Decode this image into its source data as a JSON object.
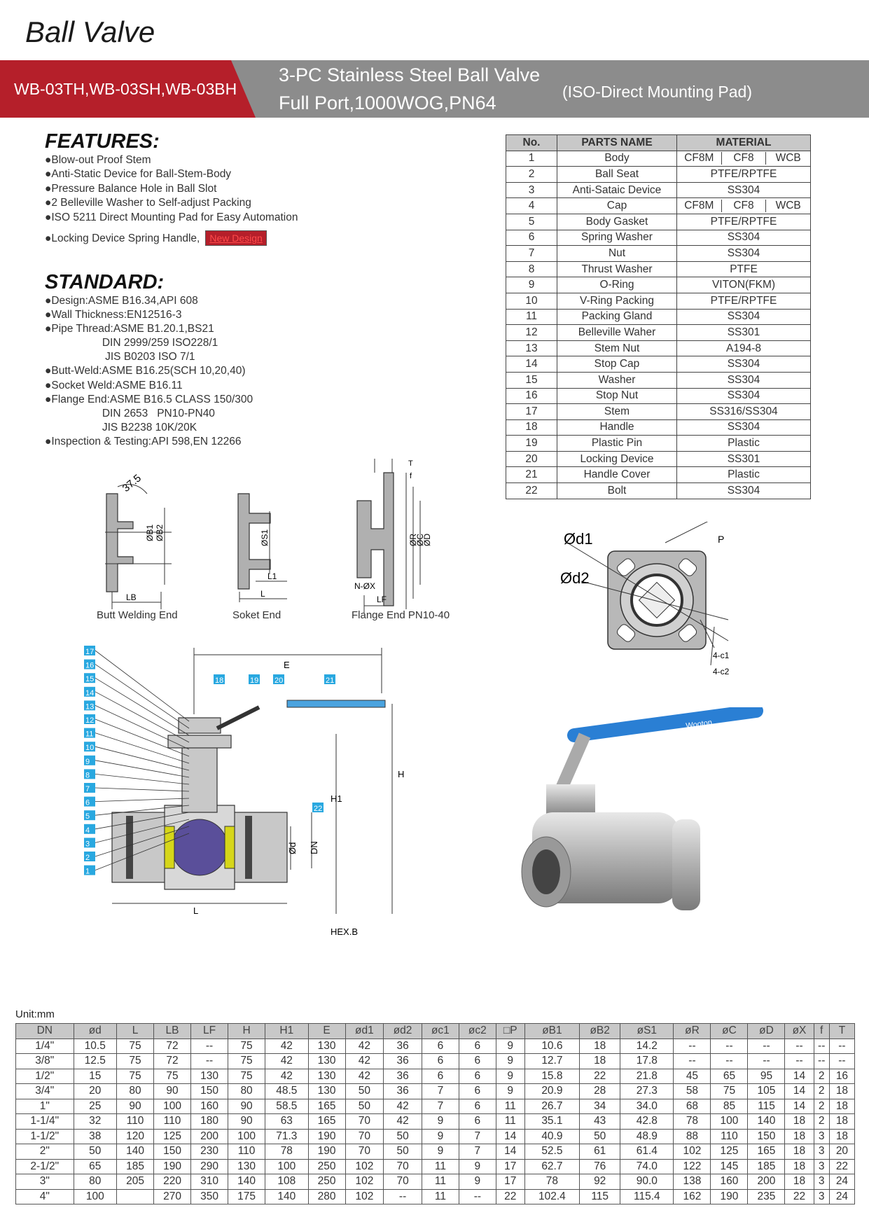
{
  "page": {
    "title": "Ball Valve",
    "models": "WB-03TH,WB-03SH,WB-03BH",
    "product_line1": "3-PC Stainless Steel Ball Valve",
    "product_line2": "Full Port,1000WOG,PN64",
    "product_note": "(ISO-Direct Mounting Pad)"
  },
  "features": {
    "heading": "FEATURES:",
    "items": [
      "●Blow-out Proof Stem",
      "●Anti-Static Device for Ball-Stem-Body",
      "●Pressure Balance Hole in Ball Slot",
      "●2 Belleville Washer to Self-adjust Packing",
      "●ISO 5211 Direct Mounting Pad for Easy Automation",
      "●Locking Device Spring Handle,"
    ],
    "new_design": "New Design"
  },
  "standard": {
    "heading": "STANDARD:",
    "items": [
      "●Design:ASME B16.34,API 608",
      "●Wall Thickness:EN12516-3",
      "●Pipe Thread:ASME B1.20.1,BS21",
      "                   DIN 2999/259 ISO228/1",
      "                    JIS B0203 ISO 7/1",
      "●Butt-Weld:ASME B16.25(SCH 10,20,40)",
      "●Socket Weld:ASME B16.11",
      "●Flange End:ASME B16.5 CLASS 150/300",
      "                   DIN 2653   PN10-PN40",
      "                   JIS B2238 10K/20K",
      "●Inspection & Testing:API 598,EN 12266"
    ]
  },
  "parts_table": {
    "headers": [
      "No.",
      "PARTS NAME",
      "MATERIAL"
    ],
    "rows": [
      {
        "no": "1",
        "name": "Body",
        "materials": [
          "CF8M",
          "CF8",
          "WCB"
        ]
      },
      {
        "no": "2",
        "name": "Ball Seat",
        "materials": [
          "PTFE/RPTFE"
        ]
      },
      {
        "no": "3",
        "name": "Anti-Sataic Device",
        "materials": [
          "SS304"
        ]
      },
      {
        "no": "4",
        "name": "Cap",
        "materials": [
          "CF8M",
          "CF8",
          "WCB"
        ]
      },
      {
        "no": "5",
        "name": "Body Gasket",
        "materials": [
          "PTFE/RPTFE"
        ]
      },
      {
        "no": "6",
        "name": "Spring Washer",
        "materials": [
          "SS304"
        ]
      },
      {
        "no": "7",
        "name": "Nut",
        "materials": [
          "SS304"
        ]
      },
      {
        "no": "8",
        "name": "Thrust Washer",
        "materials": [
          "PTFE"
        ]
      },
      {
        "no": "9",
        "name": "O-Ring",
        "materials": [
          "VITON(FKM)"
        ]
      },
      {
        "no": "10",
        "name": "V-Ring Packing",
        "materials": [
          "PTFE/RPTFE"
        ]
      },
      {
        "no": "11",
        "name": "Packing Gland",
        "materials": [
          "SS304"
        ]
      },
      {
        "no": "12",
        "name": "Belleville Waher",
        "materials": [
          "SS301"
        ]
      },
      {
        "no": "13",
        "name": "Stem Nut",
        "materials": [
          "A194-8"
        ]
      },
      {
        "no": "14",
        "name": "Stop Cap",
        "materials": [
          "SS304"
        ]
      },
      {
        "no": "15",
        "name": "Washer",
        "materials": [
          "SS304"
        ]
      },
      {
        "no": "16",
        "name": "Stop Nut",
        "materials": [
          "SS304"
        ]
      },
      {
        "no": "17",
        "name": "Stem",
        "materials": [
          "SS316/SS304"
        ]
      },
      {
        "no": "18",
        "name": "Handle",
        "materials": [
          "SS304"
        ]
      },
      {
        "no": "19",
        "name": "Plastic Pin",
        "materials": [
          "Plastic"
        ]
      },
      {
        "no": "20",
        "name": "Locking Device",
        "materials": [
          "SS301"
        ]
      },
      {
        "no": "21",
        "name": "Handle Cover",
        "materials": [
          "Plastic"
        ]
      },
      {
        "no": "22",
        "name": "Bolt",
        "materials": [
          "SS304"
        ]
      }
    ]
  },
  "end_drawings": {
    "butt": "Butt Welding End",
    "socket": "Soket End",
    "flange": "Flange End PN10-40",
    "labels": {
      "angle": "37.5",
      "b1": "ØB1",
      "b2": "ØB2",
      "lb": "LB",
      "s1": "ØS1",
      "l1": "L1",
      "l": "L",
      "r": "ØR",
      "c": "ØC",
      "d": "ØD",
      "nx": "N-ØX",
      "lf": "LF",
      "t": "T",
      "f": "f"
    }
  },
  "pad_drawing": {
    "d1": "Ød1",
    "d2": "Ød2",
    "p": "P",
    "c1": "4-c1",
    "c2": "4-c2"
  },
  "section_drawing": {
    "callouts_left": [
      "17",
      "16",
      "15",
      "14",
      "13",
      "12",
      "11",
      "10",
      "9",
      "8",
      "7",
      "6",
      "5",
      "4",
      "3",
      "2",
      "1"
    ],
    "callouts_top": [
      "18",
      "19",
      "20",
      "21"
    ],
    "callout_right": "22",
    "labels": {
      "e": "E",
      "h": "H",
      "h1": "H1",
      "od": "Ød",
      "dn": "DN",
      "l": "L",
      "hex": "HEX.B"
    }
  },
  "photo": {
    "brand": "Wooton"
  },
  "dimensions": {
    "unit": "Unit:mm",
    "headers": [
      "DN",
      "ød",
      "L",
      "LB",
      "LF",
      "H",
      "H1",
      "E",
      "ød1",
      "ød2",
      "øc1",
      "øc2",
      "□P",
      "øB1",
      "øB2",
      "øS1",
      "øR",
      "øC",
      "øD",
      "øX",
      "f",
      "T"
    ],
    "rows": [
      [
        "1/4\"",
        "10.5",
        "75",
        "72",
        "--",
        "75",
        "42",
        "130",
        "42",
        "36",
        "6",
        "6",
        "9",
        "10.6",
        "18",
        "14.2",
        "--",
        "--",
        "--",
        "--",
        "--",
        "--"
      ],
      [
        "3/8\"",
        "12.5",
        "75",
        "72",
        "--",
        "75",
        "42",
        "130",
        "42",
        "36",
        "6",
        "6",
        "9",
        "12.7",
        "18",
        "17.8",
        "--",
        "--",
        "--",
        "--",
        "--",
        "--"
      ],
      [
        "1/2\"",
        "15",
        "75",
        "75",
        "130",
        "75",
        "42",
        "130",
        "42",
        "36",
        "6",
        "6",
        "9",
        "15.8",
        "22",
        "21.8",
        "45",
        "65",
        "95",
        "14",
        "2",
        "16"
      ],
      [
        "3/4\"",
        "20",
        "80",
        "90",
        "150",
        "80",
        "48.5",
        "130",
        "50",
        "36",
        "7",
        "6",
        "9",
        "20.9",
        "28",
        "27.3",
        "58",
        "75",
        "105",
        "14",
        "2",
        "18"
      ],
      [
        "1\"",
        "25",
        "90",
        "100",
        "160",
        "90",
        "58.5",
        "165",
        "50",
        "42",
        "7",
        "6",
        "11",
        "26.7",
        "34",
        "34.0",
        "68",
        "85",
        "115",
        "14",
        "2",
        "18"
      ],
      [
        "1-1/4\"",
        "32",
        "110",
        "110",
        "180",
        "90",
        "63",
        "165",
        "70",
        "42",
        "9",
        "6",
        "11",
        "35.1",
        "43",
        "42.8",
        "78",
        "100",
        "140",
        "18",
        "2",
        "18"
      ],
      [
        "1-1/2\"",
        "38",
        "120",
        "125",
        "200",
        "100",
        "71.3",
        "190",
        "70",
        "50",
        "9",
        "7",
        "14",
        "40.9",
        "50",
        "48.9",
        "88",
        "110",
        "150",
        "18",
        "3",
        "18"
      ],
      [
        "2\"",
        "50",
        "140",
        "150",
        "230",
        "110",
        "78",
        "190",
        "70",
        "50",
        "9",
        "7",
        "14",
        "52.5",
        "61",
        "61.4",
        "102",
        "125",
        "165",
        "18",
        "3",
        "20"
      ],
      [
        "2-1/2\"",
        "65",
        "185",
        "190",
        "290",
        "130",
        "100",
        "250",
        "102",
        "70",
        "11",
        "9",
        "17",
        "62.7",
        "76",
        "74.0",
        "122",
        "145",
        "185",
        "18",
        "3",
        "22"
      ],
      [
        "3\"",
        "80",
        "205",
        "220",
        "310",
        "140",
        "108",
        "250",
        "102",
        "70",
        "11",
        "9",
        "17",
        "78",
        "92",
        "90.0",
        "138",
        "160",
        "200",
        "18",
        "3",
        "24"
      ],
      [
        "4\"",
        "100",
        "",
        "270",
        "350",
        "175",
        "140",
        "280",
        "102",
        "--",
        "11",
        "--",
        "22",
        "102.4",
        "115",
        "115.4",
        "162",
        "190",
        "235",
        "22",
        "3",
        "24"
      ]
    ]
  }
}
